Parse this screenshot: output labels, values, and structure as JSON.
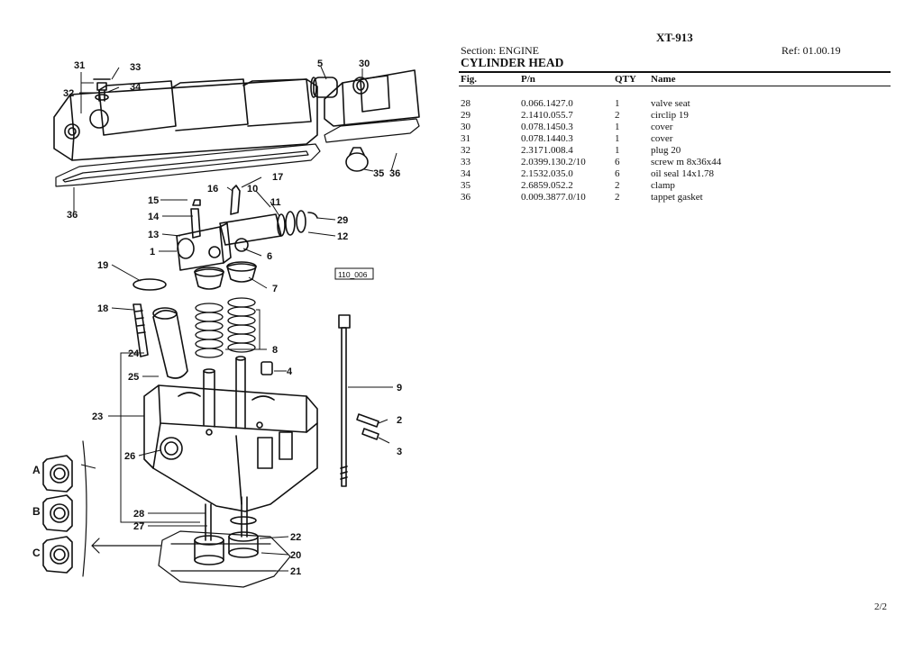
{
  "document": {
    "title": "XT-913",
    "section": "Section: ENGINE",
    "ref": "Ref: 01.00.19",
    "subtitle": "CYLINDER HEAD",
    "page": "2/2"
  },
  "table": {
    "headers": {
      "fig": "Fig.",
      "pn": "P/n",
      "qty": "QTY",
      "name": "Name"
    },
    "rows": [
      {
        "fig": "28",
        "pn": "0.066.1427.0",
        "qty": "1",
        "name": "valve seat"
      },
      {
        "fig": "29",
        "pn": "2.1410.055.7",
        "qty": "2",
        "name": "circlip 19"
      },
      {
        "fig": "30",
        "pn": "0.078.1450.3",
        "qty": "1",
        "name": "cover"
      },
      {
        "fig": "31",
        "pn": "0.078.1440.3",
        "qty": "1",
        "name": "cover"
      },
      {
        "fig": "32",
        "pn": "2.3171.008.4",
        "qty": "1",
        "name": "plug 20"
      },
      {
        "fig": "33",
        "pn": "2.0399.130.2/10",
        "qty": "6",
        "name": "screw m 8x36x44"
      },
      {
        "fig": "34",
        "pn": "2.1532.035.0",
        "qty": "6",
        "name": "oil seal 14x1.78"
      },
      {
        "fig": "35",
        "pn": "2.6859.052.2",
        "qty": "2",
        "name": "clamp"
      },
      {
        "fig": "36",
        "pn": "0.009.3877.0/10",
        "qty": "2",
        "name": "tappet gasket"
      }
    ]
  },
  "diagram": {
    "code": "110_006",
    "callouts": {
      "n1": "1",
      "n2": "2",
      "n3": "3",
      "n4": "4",
      "n5": "5",
      "n6": "6",
      "n7": "7",
      "n8": "8",
      "n9": "9",
      "n10": "10",
      "n11": "11",
      "n12": "12",
      "n13": "13",
      "n14": "14",
      "n15": "15",
      "n16": "16",
      "n17": "17",
      "n18": "18",
      "n19": "19",
      "n20": "20",
      "n21": "21",
      "n22": "22",
      "n23": "23",
      "n24": "24",
      "n25": "25",
      "n26": "26",
      "n27": "27",
      "n28": "28",
      "n29": "29",
      "n30": "30",
      "n31": "31",
      "n32": "32",
      "n33": "33",
      "n34": "34",
      "n35": "35",
      "n36": "36",
      "a": "A",
      "b": "B",
      "c": "C"
    }
  }
}
